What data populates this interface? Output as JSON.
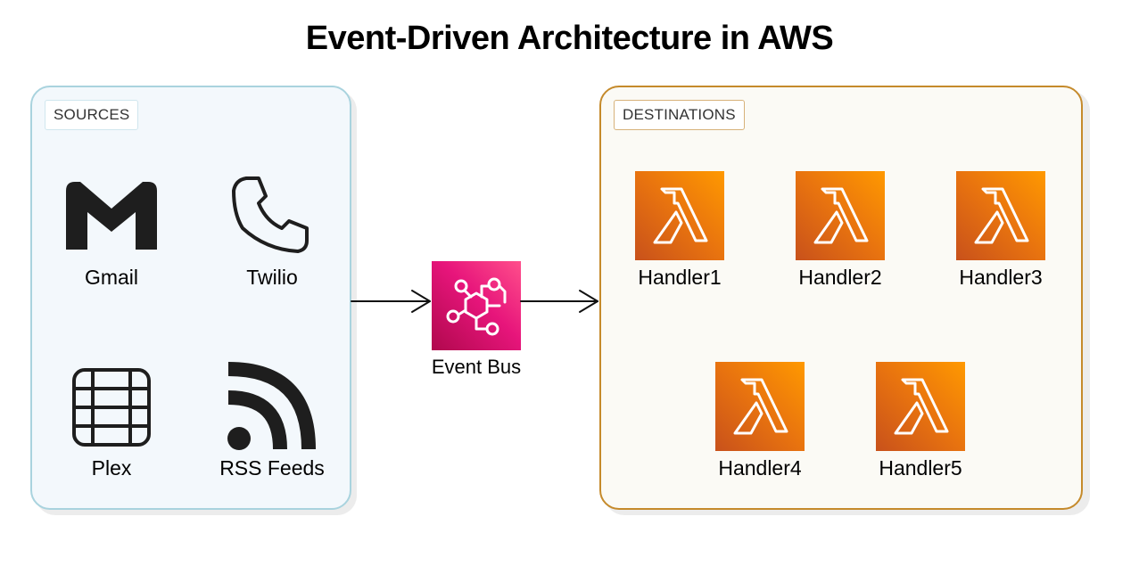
{
  "title": "Event-Driven Architecture in AWS",
  "sources": {
    "tag": "SOURCES",
    "items": [
      {
        "label": "Gmail",
        "icon": "gmail-icon"
      },
      {
        "label": "Twilio",
        "icon": "phone-icon"
      },
      {
        "label": "Plex",
        "icon": "film-icon"
      },
      {
        "label": "RSS Feeds",
        "icon": "rss-icon"
      }
    ]
  },
  "bus": {
    "label": "Event Bus",
    "icon": "eventbridge-icon"
  },
  "destinations": {
    "tag": "DESTINATIONS",
    "handlers": [
      {
        "label": "Handler1",
        "icon": "lambda-icon"
      },
      {
        "label": "Handler2",
        "icon": "lambda-icon"
      },
      {
        "label": "Handler3",
        "icon": "lambda-icon"
      },
      {
        "label": "Handler4",
        "icon": "lambda-icon"
      },
      {
        "label": "Handler5",
        "icon": "lambda-icon"
      }
    ]
  },
  "colors": {
    "sources_fill": "#f3f8fc",
    "sources_border": "#a9d3de",
    "destinations_fill": "#fbfaf5",
    "destinations_border": "#c58a2b",
    "lambda_orange": "#ed7100",
    "eventbridge_pink": "#e7157b"
  }
}
